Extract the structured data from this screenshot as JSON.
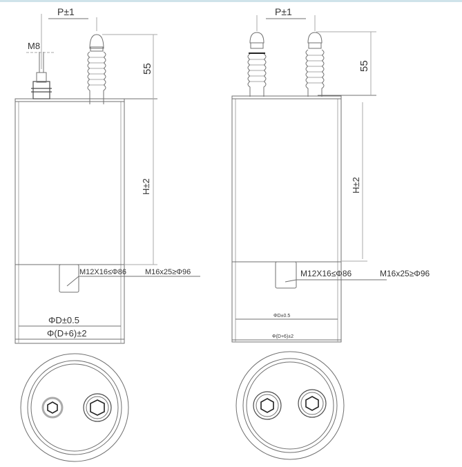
{
  "drawing": {
    "left_view": {
      "pitch_label": "P±1",
      "thread_label": "M8",
      "terminal_height_label": "55",
      "height_label": "H±2",
      "stud_spec_small": "M12X16≤Φ86",
      "stud_spec_large": "M16x25≥Φ96",
      "diameter_label": "ΦD±0.5",
      "outer_diameter_label": "Φ(D+6)±2"
    },
    "right_view": {
      "pitch_label": "P±1",
      "terminal_height_label": "55",
      "height_label": "H±2",
      "stud_spec_small": "M12X16≤Φ86",
      "stud_spec_large": "M16x25≥Φ96",
      "diameter_label": "ΦD±0.5",
      "outer_diameter_label": "Φ(D+6)±2"
    }
  }
}
